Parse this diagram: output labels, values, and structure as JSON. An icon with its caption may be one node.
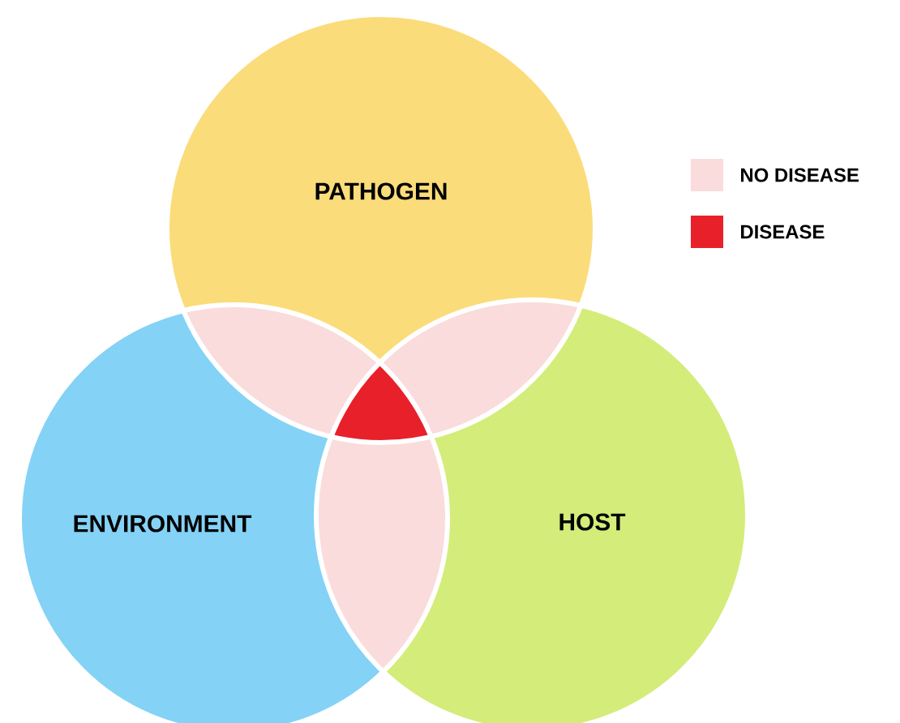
{
  "diagram": {
    "nodes": [
      {
        "text": [
          "PATHOGEN"
        ]
      },
      {
        "text": [
          "ENVIRONMENT"
        ]
      },
      {
        "text": [
          "HOST"
        ]
      }
    ],
    "legend": [
      {
        "text": "NO DISEASE",
        "color": "#fadcdc"
      },
      {
        "text": "DISEASE",
        "color": "#e8202a"
      }
    ]
  }
}
